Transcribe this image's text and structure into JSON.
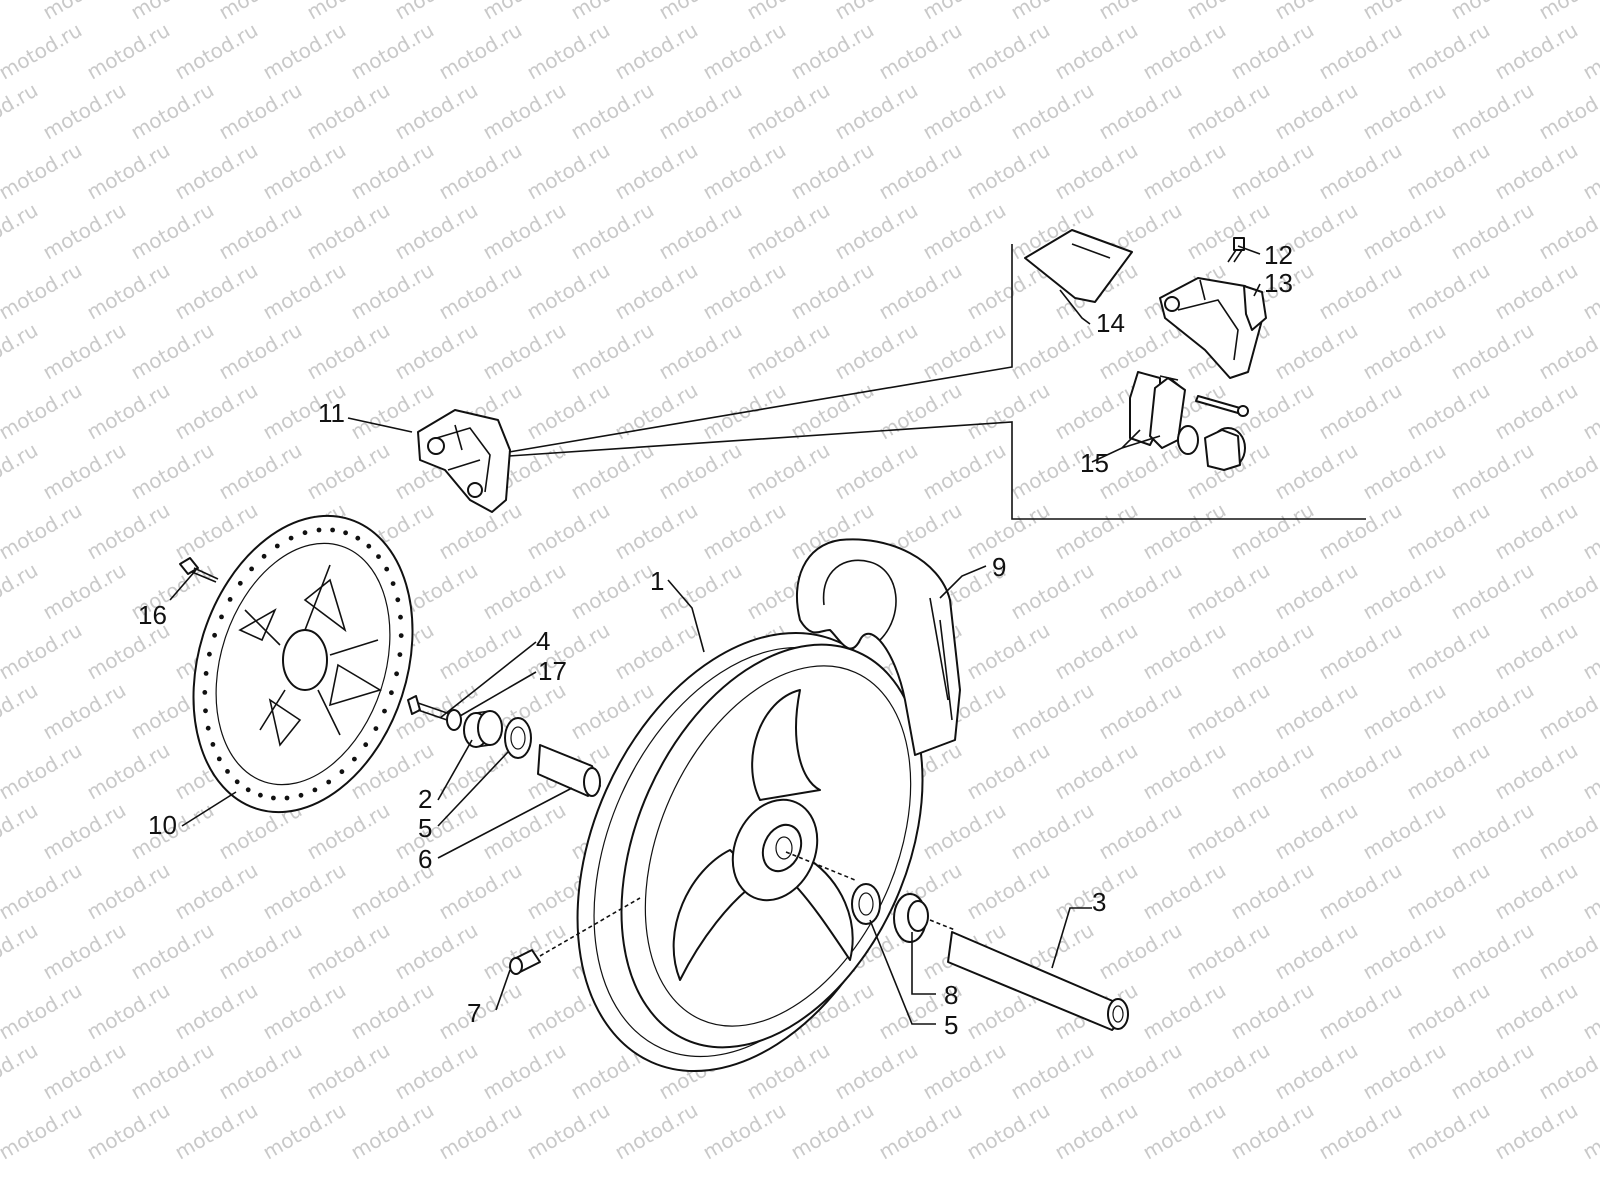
{
  "watermark": "motod.ru",
  "colors": {
    "ink": "#111111",
    "watermark": "#c9c9c9",
    "paper": "#ffffff"
  },
  "callouts": {
    "c1": "1",
    "c2": "2",
    "c3": "3",
    "c4": "4",
    "c5a": "5",
    "c5b": "5",
    "c6": "6",
    "c7": "7",
    "c8": "8",
    "c9": "9",
    "c10": "10",
    "c11": "11",
    "c12": "12",
    "c13": "13",
    "c14": "14",
    "c15": "15",
    "c16": "16",
    "c17": "17"
  }
}
